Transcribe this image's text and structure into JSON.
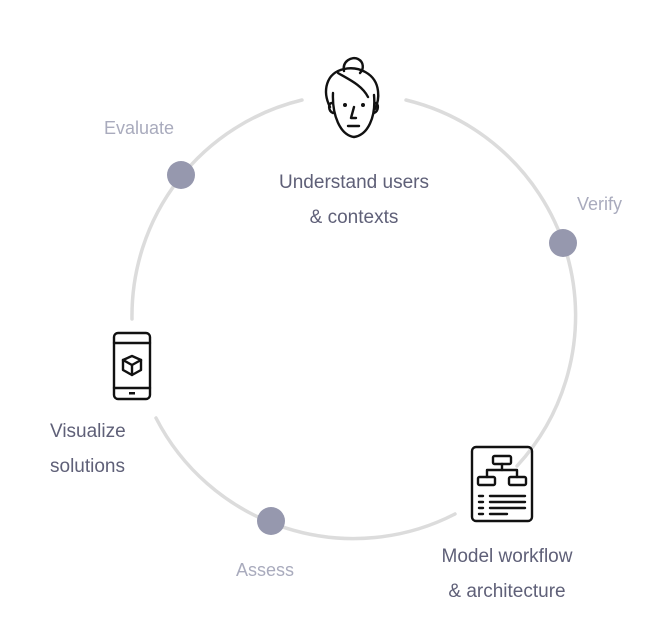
{
  "diagram": {
    "type": "cycle",
    "colors": {
      "ring": "#dcdcdc",
      "dot": "#9698ae",
      "primary_text": "#5f6078",
      "secondary_text": "#a9abbd",
      "icon_stroke": "#111111"
    },
    "stages": [
      {
        "id": "understand",
        "line1": "Understand users",
        "line2": "& contexts",
        "icon": "woman-face-icon"
      },
      {
        "id": "model",
        "line1": "Model workflow",
        "line2": "& architecture",
        "icon": "document-hierarchy-icon"
      },
      {
        "id": "visualize",
        "line1": "Visualize",
        "line2": "solutions",
        "icon": "smartphone-cube-icon"
      }
    ],
    "checkpoints": [
      {
        "id": "verify",
        "label": "Verify"
      },
      {
        "id": "assess",
        "label": "Assess"
      },
      {
        "id": "evaluate",
        "label": "Evaluate"
      }
    ]
  }
}
